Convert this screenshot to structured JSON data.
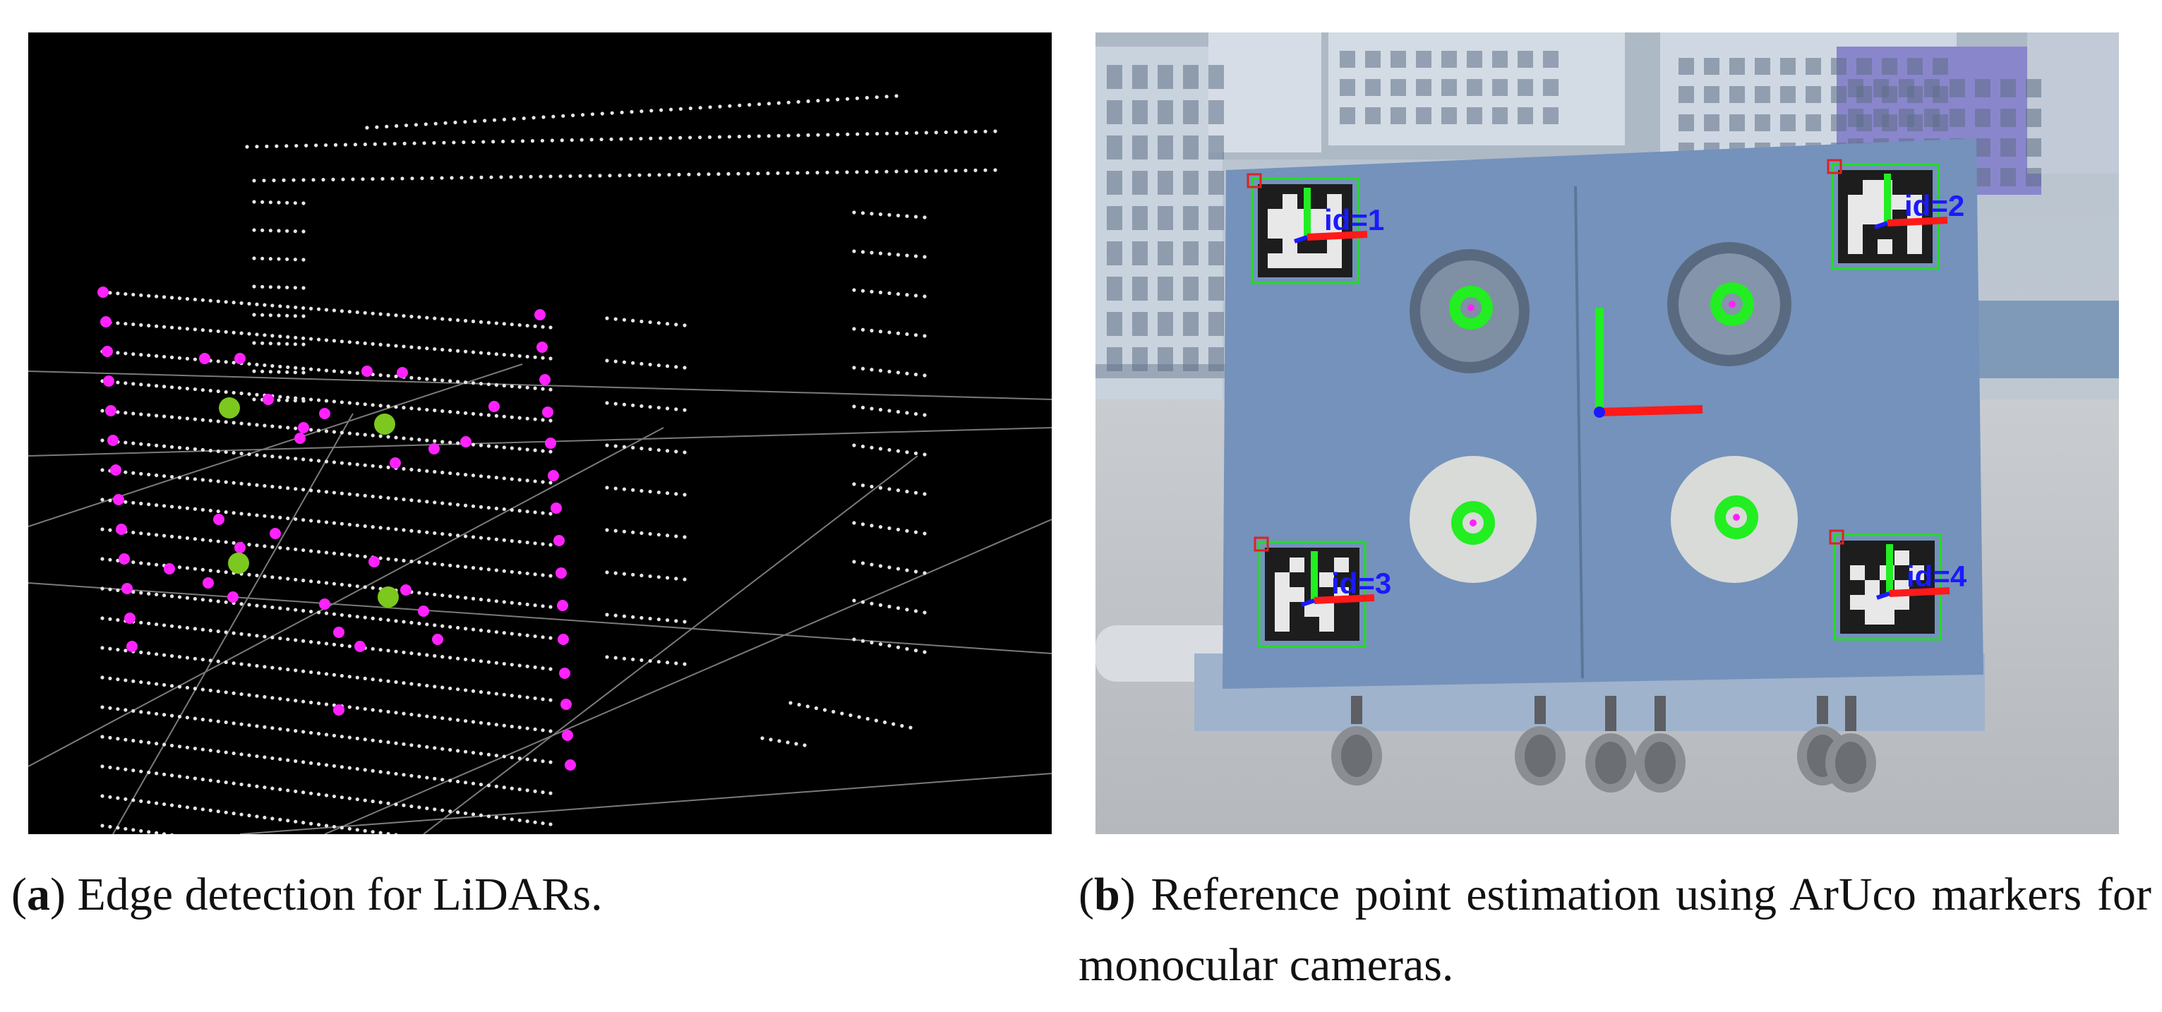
{
  "figure": {
    "subfigures": [
      {
        "id": "a",
        "letter": "a",
        "caption": "Edge detection for LiDARs.",
        "colors": {
          "background": "#000000",
          "points": "#e6e6e6",
          "edge_points": "#ff22ff",
          "centers": "#7cc81e",
          "grid": "#7a7a7a"
        }
      },
      {
        "id": "b",
        "letter": "b",
        "caption": "Reference point estimation using ArUco markers for monocular cameras.",
        "markers": [
          {
            "label": "id=1",
            "id": 1
          },
          {
            "label": "id=2",
            "id": 2
          },
          {
            "label": "id=3",
            "id": 3
          },
          {
            "label": "id=4",
            "id": 4
          }
        ],
        "colors": {
          "board": "#6f8eb6",
          "axis_x": "#ff1a1a",
          "axis_y": "#22ee22",
          "axis_z": "#1a1aff",
          "marker_box": "#22dd22",
          "center_marks": "#22ee22",
          "corner_box": "#dd2222"
        }
      }
    ]
  }
}
